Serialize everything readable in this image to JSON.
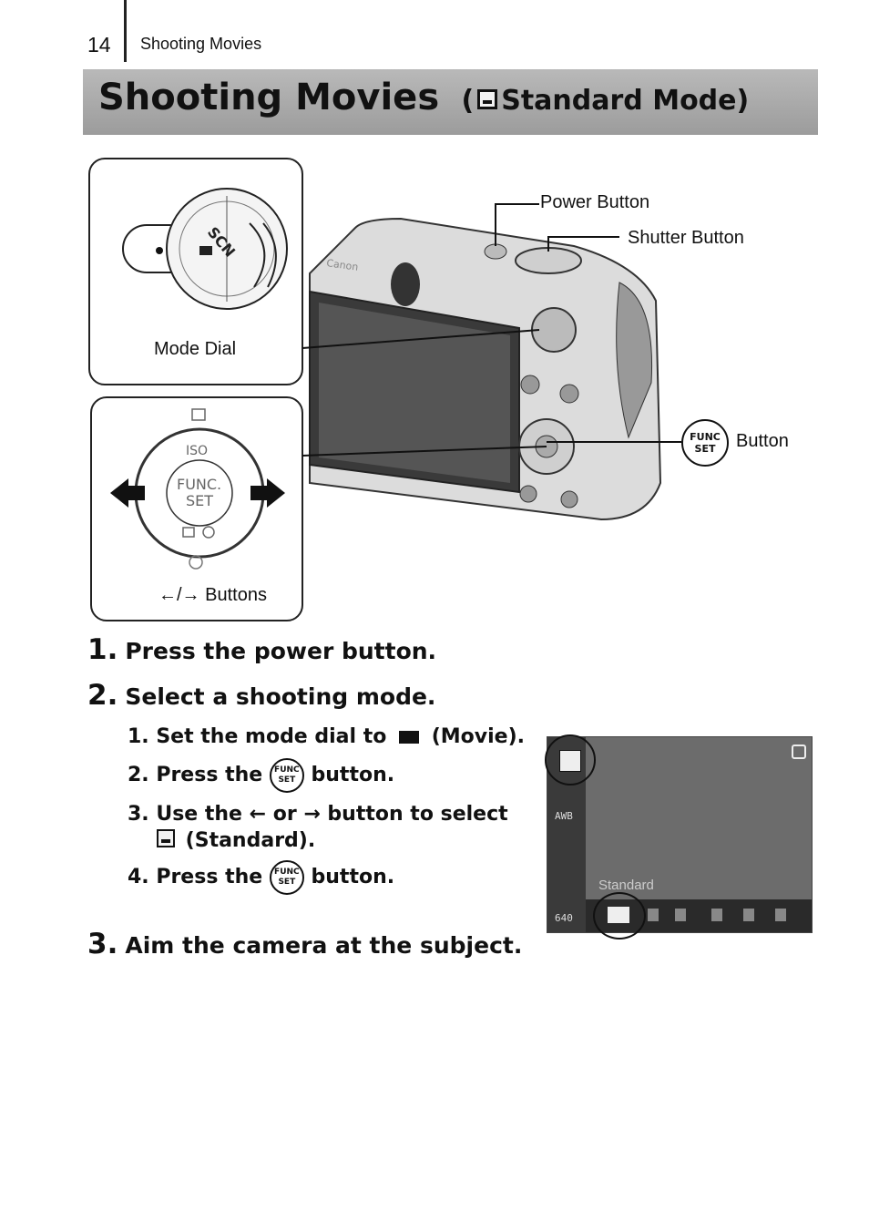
{
  "header": {
    "page_number": "14",
    "running_title": "Shooting Movies"
  },
  "title": {
    "main": "Shooting Movies",
    "open_paren": "(",
    "mode": "Standard Mode)"
  },
  "labels": {
    "power_button": "Power Button",
    "shutter_button": "Shutter Button",
    "mode_dial": "Mode Dial",
    "func_set_button": "Button",
    "left_right_buttons": "Buttons",
    "dial_iso": "ISO",
    "dial_func": "FUNC.",
    "dial_set": "SET",
    "brand": "Canon"
  },
  "steps": [
    {
      "number": "1.",
      "text": "Press the power button."
    },
    {
      "number": "2.",
      "text": "Select a shooting mode."
    },
    {
      "number": "3.",
      "text": "Aim the camera at the subject."
    }
  ],
  "substeps": {
    "s1_prefix": "1. Set the mode dial to",
    "s1_suffix": "(Movie).",
    "s2_prefix": "2. Press the",
    "s2_suffix": "button.",
    "s3_line1": "3. Use the ← or → button to select",
    "s3_line2": "(Standard).",
    "s4_prefix": "4. Press the",
    "s4_suffix": "button."
  },
  "lcd": {
    "menu_label": "Standard",
    "awb": "AWB",
    "size": "640"
  },
  "colors": {
    "title_band": "#a9a9a9",
    "lcd_bg": "#6c6c6c",
    "camera_body": "#d9d9d9",
    "dial_red": "#888888"
  }
}
